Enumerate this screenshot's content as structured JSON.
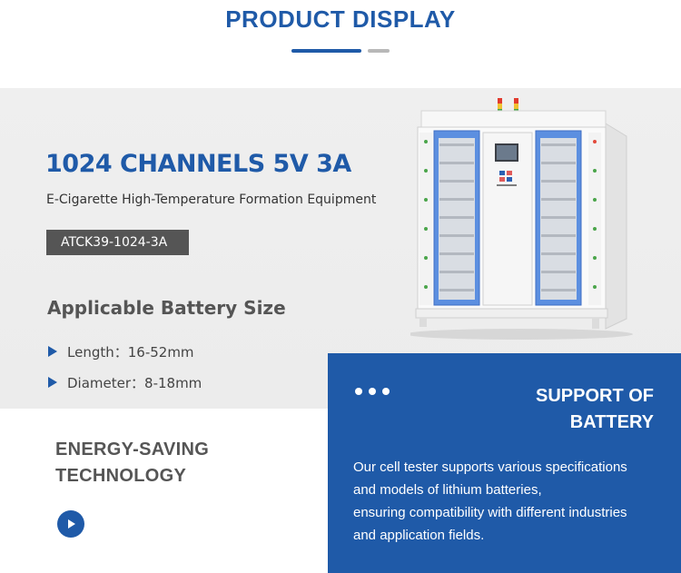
{
  "header": {
    "title": "PRODUCT DISPLAY"
  },
  "product": {
    "title": "1024 CHANNELS 5V 3A",
    "subtitle": "E-Cigarette High-Temperature Formation Equipment",
    "model": "ATCK39-1024-3A"
  },
  "battery_size": {
    "heading": "Applicable Battery Size",
    "specs": [
      {
        "label": "Length：16-52mm"
      },
      {
        "label": "Diameter：8-18mm"
      }
    ]
  },
  "energy": {
    "line1": "ENERGY-SAVING",
    "line2": "TECHNOLOGY"
  },
  "support_card": {
    "title_line1": "SUPPORT OF",
    "title_line2": "BATTERY",
    "body": [
      "Our cell tester supports various specifications",
      "and models of lithium batteries,",
      "ensuring compatibility with different industries",
      "and application fields."
    ]
  },
  "colors": {
    "brand_blue": "#1f5aa8",
    "band_grey": "#ececec",
    "badge_grey": "#555555"
  }
}
